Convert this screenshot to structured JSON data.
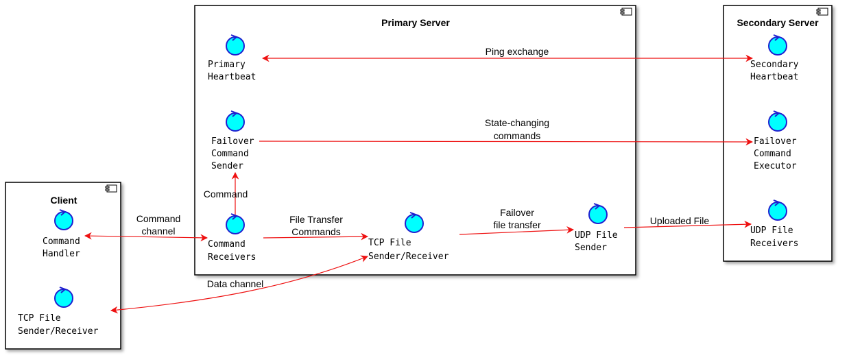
{
  "colors": {
    "arrow": "#ee1111",
    "component_fill": "#00ffff",
    "component_stroke": "#1f1fd0",
    "box_stroke": "#000000",
    "box_fill": "#ffffff"
  },
  "containers": {
    "primary": {
      "title": "Primary Server",
      "icon": "component-icon"
    },
    "secondary": {
      "title": "Secondary Server",
      "icon": "component-icon"
    },
    "client": {
      "title": "Client",
      "icon": "component-icon"
    }
  },
  "components": {
    "primary_heartbeat": {
      "line1": "Primary",
      "line2": "Heartbeat",
      "icon": "control-icon"
    },
    "failover_command_sender": {
      "line1": "Failover",
      "line2": "Command",
      "line3": "Sender",
      "icon": "control-icon"
    },
    "command_receivers": {
      "line1": "Command",
      "line2": "Receivers",
      "icon": "control-icon"
    },
    "tcp_file_sender_receiver_primary": {
      "line1": "TCP File",
      "line2": "Sender/Receiver",
      "icon": "control-icon"
    },
    "udp_file_sender": {
      "line1": "UDP File",
      "line2": "Sender",
      "icon": "control-icon"
    },
    "secondary_heartbeat": {
      "line1": "Secondary",
      "line2": "Heartbeat",
      "icon": "control-icon"
    },
    "failover_command_executor": {
      "line1": "Failover",
      "line2": "Command",
      "line3": "Executor",
      "icon": "control-icon"
    },
    "udp_file_receivers": {
      "line1": "UDP File",
      "line2": "Receivers",
      "icon": "control-icon"
    },
    "command_handler": {
      "line1": "Command",
      "line2": "Handler",
      "icon": "control-icon"
    },
    "tcp_file_sender_receiver_client": {
      "line1": "TCP File",
      "line2": "Sender/Receiver",
      "icon": "control-icon"
    }
  },
  "edges": {
    "ping_exchange": {
      "line1": "Ping exchange"
    },
    "state_changing": {
      "line1": "State-changing",
      "line2": "commands"
    },
    "command": {
      "line1": "Command"
    },
    "command_channel": {
      "line1": "Command",
      "line2": "channel"
    },
    "file_transfer_commands": {
      "line1": "File Transfer",
      "line2": "Commands"
    },
    "failover_file_transfer": {
      "line1": "Failover",
      "line2": "file transfer"
    },
    "uploaded_file": {
      "line1": "Uploaded File"
    },
    "data_channel": {
      "line1": "Data channel"
    }
  }
}
